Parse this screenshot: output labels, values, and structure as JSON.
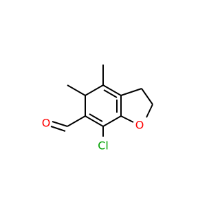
{
  "molecule": {
    "atoms": {
      "oxygen_aldehyde": "O",
      "oxygen_ring": "O",
      "chlorine": "Cl"
    },
    "colors": {
      "oxygen": "#ff0000",
      "chlorine": "#00a000",
      "bond": "#000000",
      "background": "#ffffff"
    }
  }
}
